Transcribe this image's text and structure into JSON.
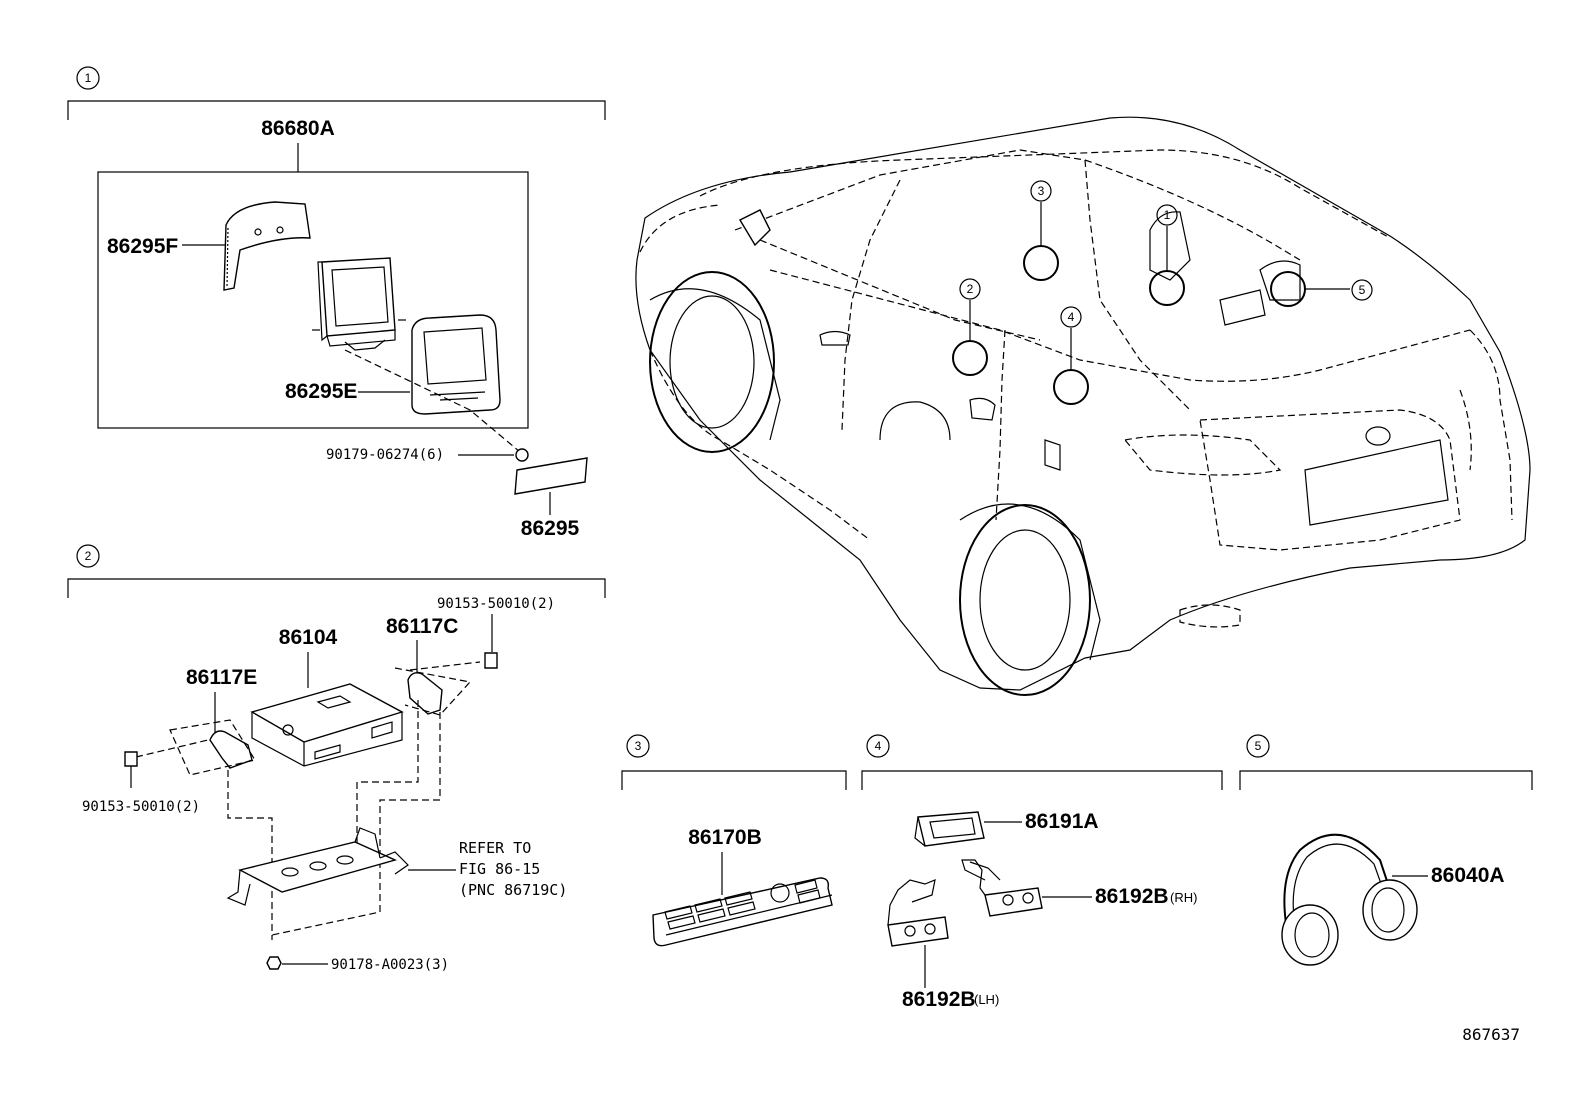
{
  "sections": [
    {
      "num": "1"
    },
    {
      "num": "2"
    },
    {
      "num": "3"
    },
    {
      "num": "4"
    },
    {
      "num": "5"
    }
  ],
  "parts": {
    "p86680A": "86680A",
    "p86295F": "86295F",
    "p86295E": "86295E",
    "p90179": "90179-06274(6)",
    "p86295": "86295",
    "p90153_top": "90153-50010(2)",
    "p86117C": "86117C",
    "p86104": "86104",
    "p86117E": "86117E",
    "p90153_left": "90153-50010(2)",
    "p90178": "90178-A0023(3)",
    "p86170B": "86170B",
    "p86191A": "86191A",
    "p86192B_rh": "86192B",
    "rh": "(RH)",
    "p86192B_lh": "86192B",
    "lh": "(LH)",
    "p86040A": "86040A"
  },
  "refer": {
    "line1": "REFER TO",
    "line2": "FIG 86-15",
    "line3": "(PNC 86719C)"
  },
  "vehicle_callouts": [
    "1",
    "2",
    "3",
    "4",
    "5"
  ],
  "figure_id": "867637"
}
